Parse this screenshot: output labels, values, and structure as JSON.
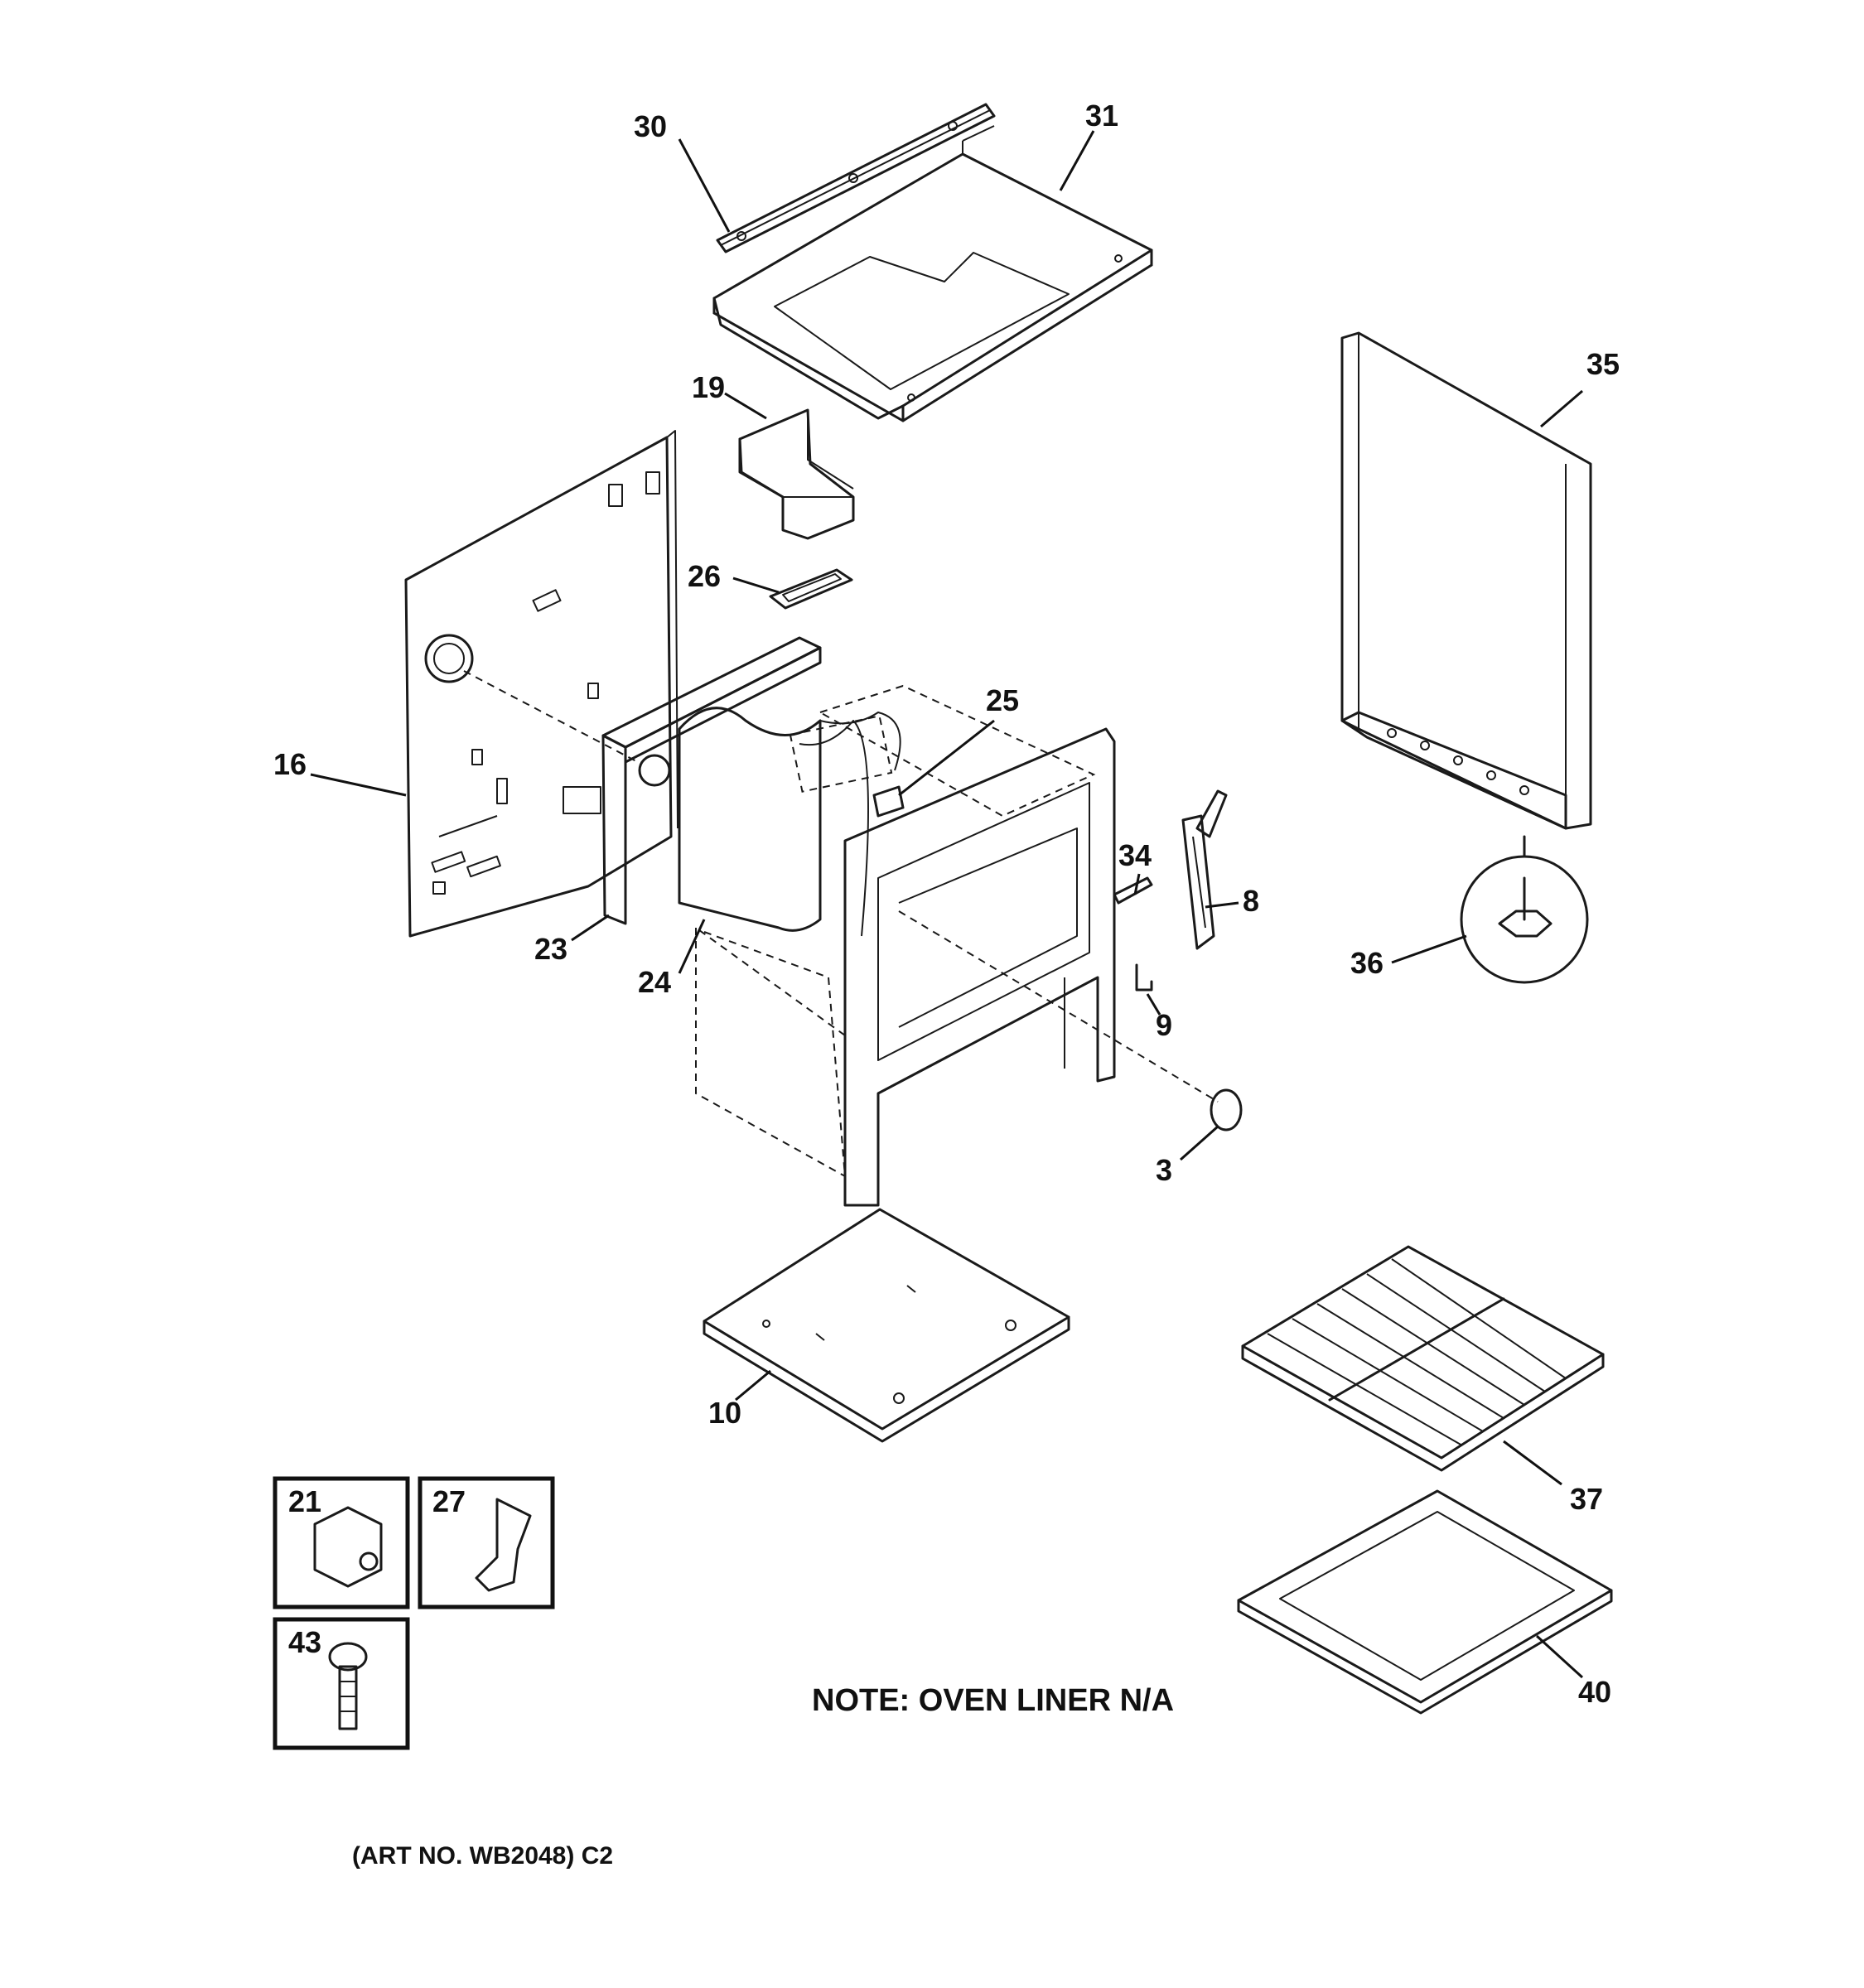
{
  "callouts": {
    "c30": "30",
    "c31": "31",
    "c19": "19",
    "c26": "26",
    "c25": "25",
    "c16": "16",
    "c23": "23",
    "c24": "24",
    "c34": "34",
    "c8": "8",
    "c9": "9",
    "c3": "3",
    "c35": "35",
    "c36": "36",
    "c10": "10",
    "c37": "37",
    "c40": "40",
    "c21": "21",
    "c27": "27",
    "c43": "43"
  },
  "note": "NOTE: OVEN LINER N/A",
  "art_number": "(ART NO. WB2048) C2"
}
